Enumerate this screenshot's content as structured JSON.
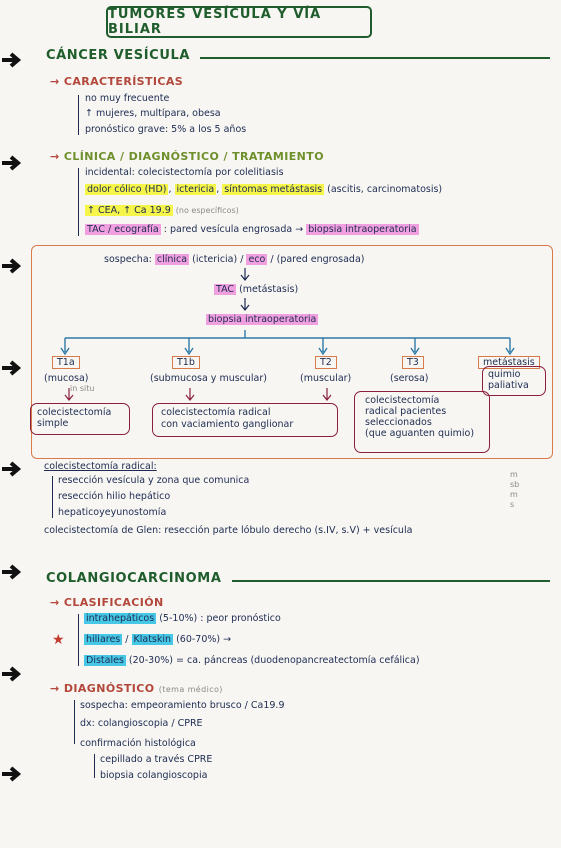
{
  "title": "TUMORES VESÍCULA Y VÍA BILIAR",
  "cancer": {
    "heading": "CÁNCER VESÍCULA",
    "caracteristicas": {
      "label": "CARACTERÍSTICAS",
      "items": [
        "no muy frecuente",
        "↑ mujeres, multípara, obesa",
        "pronóstico grave: 5% a los 5 años"
      ]
    },
    "clinica": {
      "label": "CLÍNICA / DIAGNÓSTICO / TRATAMIENTO",
      "item1": "incidental: colecistectomía por colelitiasis",
      "item2_a": "dolor cólico (HD)",
      "item2_b": "ictericia",
      "item2_c": "síntomas metástasis",
      "item2_d": "(ascitis, carcinomatosis)",
      "item3_a": "↑ CEA, ↑ Ca 19.9",
      "item3_b": "(no específicos)",
      "item4_a": "TAC / ecografía",
      "item4_b": ": pared vesícula engrosada →",
      "item4_c": "biopsia intraoperatoria"
    },
    "flow": {
      "sospecha_label": "sospecha:",
      "sospecha_a": "clínica",
      "sospecha_b": "(ictericia)",
      "sospecha_c": "eco",
      "sospecha_d": "(pared engrosada)",
      "tac": "TAC",
      "tac_note": "(metástasis)",
      "biopsia": "biopsia intraoperatoria",
      "stages": [
        {
          "name": "T1a",
          "desc": "(mucosa)",
          "extra": "in situ"
        },
        {
          "name": "T1b",
          "desc": "(submucosa y muscular)",
          "extra": ""
        },
        {
          "name": "T2",
          "desc": "(muscular)",
          "extra": ""
        },
        {
          "name": "T3",
          "desc": "(serosa)",
          "extra": ""
        },
        {
          "name": "metástasis",
          "desc": "",
          "extra": ""
        }
      ],
      "t1a_tx_1": "colecistectomía",
      "t1a_tx_2": "simple",
      "t1b_tx_1": "colecistectomía radical",
      "t1b_tx_2": "con vaciamiento ganglionar",
      "t3_tx_1": "colecistectomía",
      "t3_tx_2": "radical pacientes",
      "t3_tx_3": "seleccionados",
      "t3_tx_4": "(que aguanten quimio)",
      "met_tx_1": "quimio",
      "met_tx_2": "paliativa"
    },
    "radical": {
      "label": "colecistectomía radical:",
      "items": [
        "resección vesícula y zona que comunica",
        "resección hilio hepático",
        "hepaticoyeyunostomía"
      ],
      "glenn": "colecistectomía de Glen: resección parte lóbulo derecho (s.IV, s.V) + vesícula",
      "side": [
        "m",
        "sb",
        "m",
        "s"
      ]
    }
  },
  "colangio": {
    "heading": "COLANGIOCARCINOMA",
    "clasificacion": {
      "label": "CLASIFICACIÓN",
      "intra": "intrahepáticos",
      "intra_note": "(5-10%) : peor pronóstico",
      "hiliares": "hiliares",
      "klatskin": "Klatskin",
      "hiliares_note": "(60-70%) →",
      "distales": "Distales",
      "distales_note": "(20-30%) = ca. páncreas (duodenopancreatectomía cefálica)",
      "star": "★"
    },
    "diagnostico": {
      "label": "DIAGNÓSTICO",
      "note": "(tema médico)",
      "items": [
        "sospecha: empeoramiento brusco / Ca19.9",
        "dx: colangioscopia / CPRE",
        "confirmación histológica"
      ],
      "sub": [
        "cepillado a través CPRE",
        "biopsia colangioscopia"
      ]
    }
  },
  "colors": {
    "green": "#1f5d2c",
    "red": "#b3473b",
    "yellow": "#f6f54a",
    "pink": "#f0a0df",
    "blue": "#47c7e6"
  }
}
